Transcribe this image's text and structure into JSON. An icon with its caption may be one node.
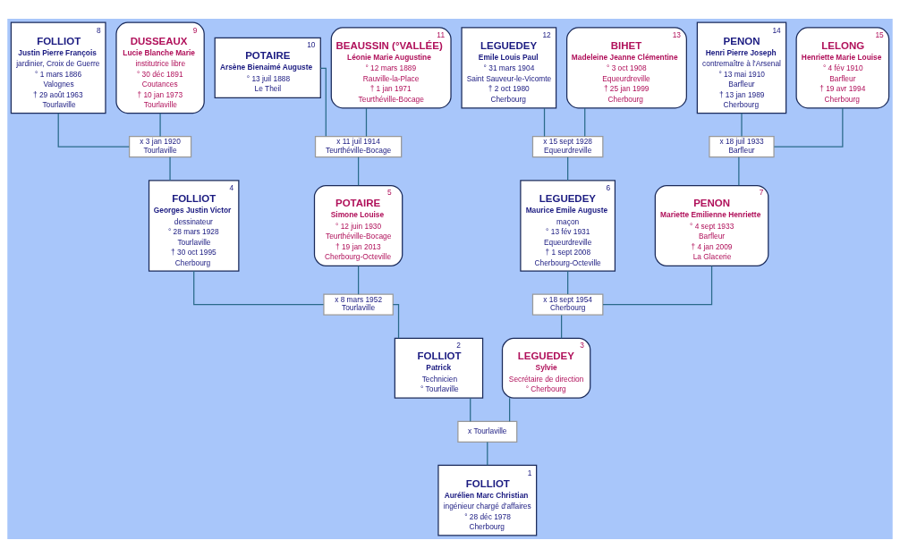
{
  "diagram": {
    "nodes": [
      {
        "text": [
          "8",
          "FOLLIOT",
          "Justin Pierre François",
          "jardinier, Croix de Guerre",
          "° 1 mars 1886",
          "Valognes",
          "† 29 août 1963",
          "Tourlaville"
        ]
      },
      {
        "text": [
          "9",
          "DUSSEAUX",
          "Lucie Blanche Marie",
          "institutrice libre",
          "° 30 déc 1891",
          "Coutances",
          "† 10 jan 1973",
          "Tourlaville"
        ]
      },
      {
        "text": [
          "10",
          "POTAIRE",
          "Arsène Bienaimé Auguste",
          "° 13 juil 1888",
          "Le Theil"
        ]
      },
      {
        "text": [
          "11",
          "BEAUSSIN (°VALLÉE)",
          "Léonie Marie Augustine",
          "° 12 mars 1889",
          "Rauville-la-Place",
          "† 1 jan 1971",
          "Teurthéville-Bocage"
        ]
      },
      {
        "text": [
          "12",
          "LEGUEDEY",
          "Emile Louis Paul",
          "° 31 mars 1904",
          "Saint Sauveur-le-Vicomte",
          "† 2 oct 1980",
          "Cherbourg"
        ]
      },
      {
        "text": [
          "13",
          "BIHET",
          "Madeleine Jeanne Clémentine",
          "° 3 oct 1908",
          "Equeurdreville",
          "† 25 jan 1999",
          "Cherbourg"
        ]
      },
      {
        "text": [
          "14",
          "PENON",
          "Henri Pierre Joseph",
          "contremaître à l'Arsenal",
          "° 13 mai 1910",
          "Barfleur",
          "† 13 jan 1989",
          "Cherbourg"
        ]
      },
      {
        "text": [
          "15",
          "LELONG",
          "Henriette Marie Louise",
          "° 4 fév 1910",
          "Barfleur",
          "† 19 avr 1994",
          "Cherbourg"
        ]
      },
      {
        "text": [
          "x 3 jan 1920",
          "Tourlaville"
        ]
      },
      {
        "text": [
          "x 11 juil 1914",
          "Teurthéville-Bocage"
        ]
      },
      {
        "text": [
          "x 15 sept 1928",
          "Equeurdreville"
        ]
      },
      {
        "text": [
          "x 18 juil 1933",
          "Barfleur"
        ]
      },
      {
        "text": [
          "4",
          "FOLLIOT",
          "Georges Justin Victor",
          "dessinateur",
          "° 28 mars 1928",
          "Tourlaville",
          "† 30 oct 1995",
          "Cherbourg"
        ]
      },
      {
        "text": [
          "5",
          "POTAIRE",
          "Simone Louise",
          "° 12 juin 1930",
          "Teurthéville-Bocage",
          "† 19 jan 2013",
          "Cherbourg-Octeville"
        ]
      },
      {
        "text": [
          "6",
          "LEGUEDEY",
          "Maurice Emile Auguste",
          "maçon",
          "° 13 fév 1931",
          "Equeurdreville",
          "† 1 sept 2008",
          "Cherbourg-Octeville"
        ]
      },
      {
        "text": [
          "7",
          "PENON",
          "Mariette Emilienne Henriette",
          "° 4 sept 1933",
          "Barfleur",
          "† 4 jan 2009",
          "La Glacerie"
        ]
      },
      {
        "text": [
          "x 8 mars 1952",
          "Tourlaville"
        ]
      },
      {
        "text": [
          "x 18 sept 1954",
          "Cherbourg"
        ]
      },
      {
        "text": [
          "2",
          "FOLLIOT",
          "Patrick",
          "Technicien",
          "° Tourlaville"
        ]
      },
      {
        "text": [
          "3",
          "LEGUEDEY",
          "Sylvie",
          "Secrétaire de direction",
          "° Cherbourg"
        ]
      },
      {
        "text": [
          "x Tourlaville"
        ]
      },
      {
        "text": [
          "1",
          "FOLLIOT",
          "Aurélien Marc Christian",
          "ingénieur chargé d'affaires",
          "° 28 déc 1978",
          "Cherbourg"
        ]
      }
    ],
    "edges": [
      {
        "from": 0,
        "to": 8,
        "arrow": "none"
      },
      {
        "from": 1,
        "to": 8,
        "arrow": "none"
      },
      {
        "from": 8,
        "to": 12,
        "arrow": "none"
      },
      {
        "from": 2,
        "to": 9,
        "arrow": "none"
      },
      {
        "from": 3,
        "to": 9,
        "arrow": "none"
      },
      {
        "from": 9,
        "to": 13,
        "arrow": "none"
      },
      {
        "from": 4,
        "to": 10,
        "arrow": "none"
      },
      {
        "from": 5,
        "to": 10,
        "arrow": "none"
      },
      {
        "from": 10,
        "to": 14,
        "arrow": "none"
      },
      {
        "from": 6,
        "to": 11,
        "arrow": "none"
      },
      {
        "from": 7,
        "to": 11,
        "arrow": "none"
      },
      {
        "from": 11,
        "to": 15,
        "arrow": "none"
      },
      {
        "from": 12,
        "to": 16,
        "arrow": "none"
      },
      {
        "from": 13,
        "to": 16,
        "arrow": "none"
      },
      {
        "from": 16,
        "to": 18,
        "arrow": "none"
      },
      {
        "from": 14,
        "to": 17,
        "arrow": "none"
      },
      {
        "from": 15,
        "to": 17,
        "arrow": "none"
      },
      {
        "from": 17,
        "to": 19,
        "arrow": "none"
      },
      {
        "from": 18,
        "to": 20,
        "arrow": "none"
      },
      {
        "from": 19,
        "to": 20,
        "arrow": "none"
      },
      {
        "from": 20,
        "to": 21,
        "arrow": "none"
      }
    ]
  }
}
